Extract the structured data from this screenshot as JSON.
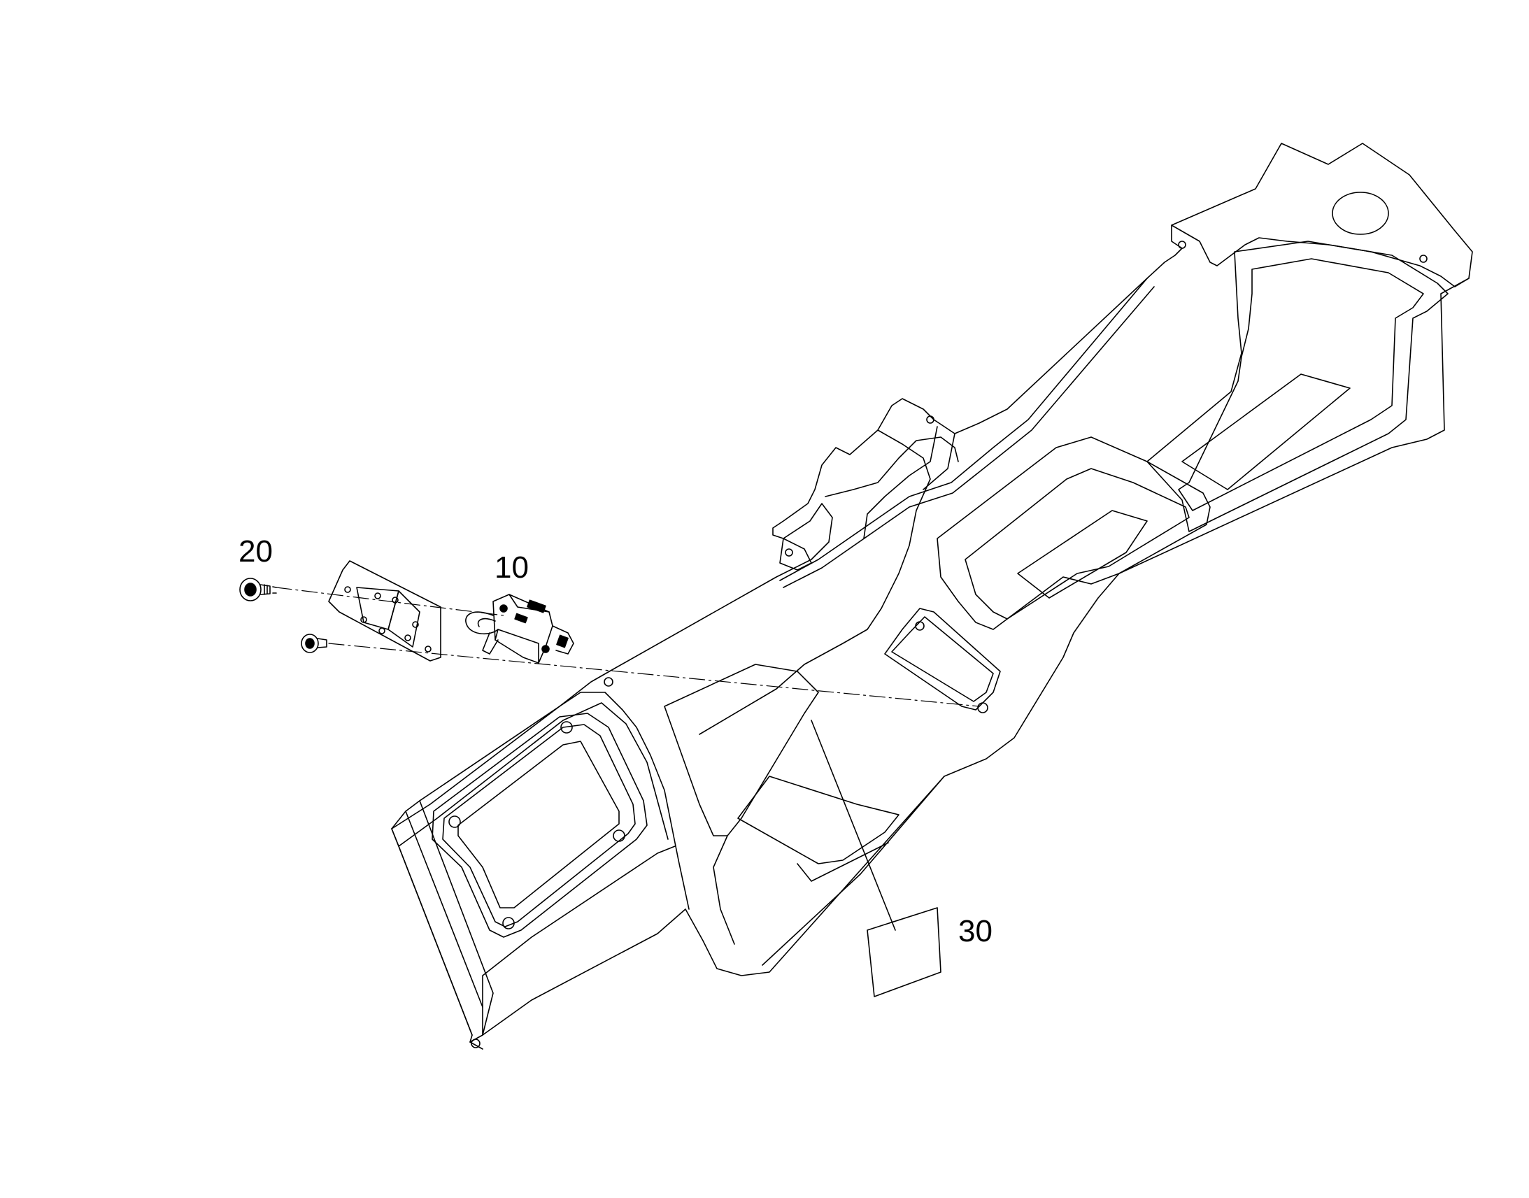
{
  "callouts": {
    "part_10": "10",
    "part_20": "20",
    "part_30": "30"
  },
  "colors": {
    "line": "#000000",
    "background": "#ffffff"
  }
}
